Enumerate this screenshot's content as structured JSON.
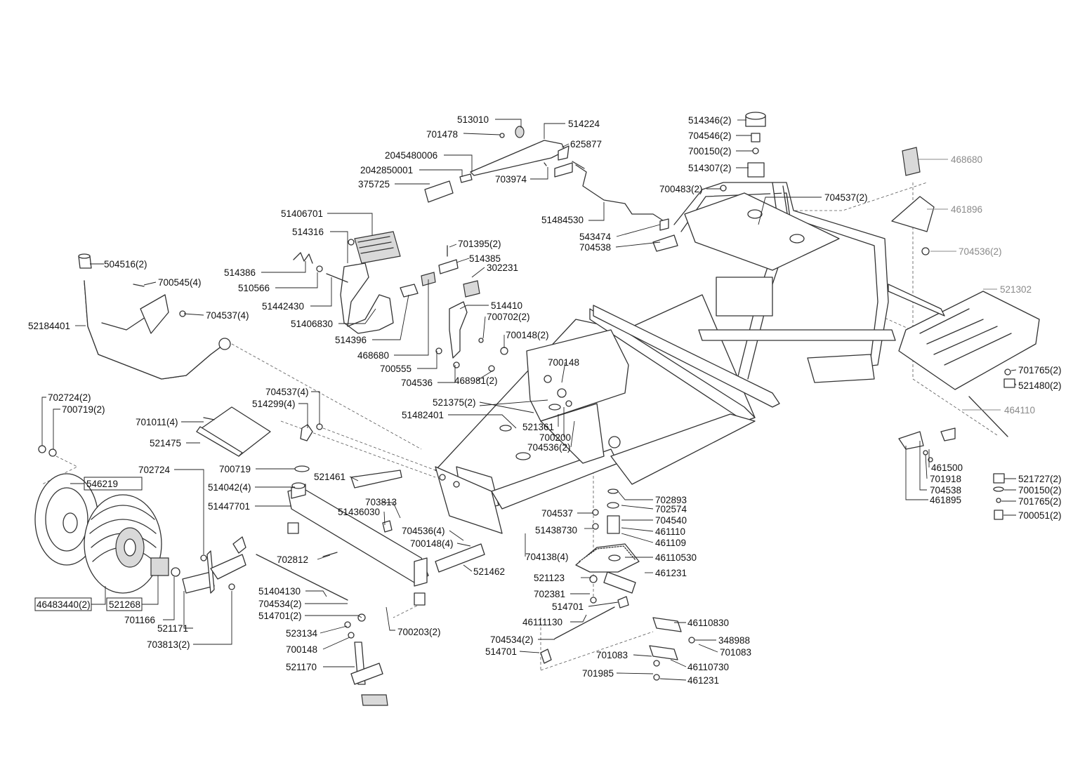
{
  "part_labels": {
    "p513010": "513010",
    "p701478": "701478",
    "p514224": "514224",
    "p625877": "625877",
    "p2045480006": "2045480006",
    "p2042850001": "2042850001",
    "p375725": "375725",
    "p703974": "703974",
    "p51484530": "51484530",
    "p543474": "543474",
    "p704538a": "704538",
    "p514346": "514346(2)",
    "p704546": "704546(2)",
    "p700150a": "700150(2)",
    "p514307": "514307(2)",
    "p700483": "700483(2)",
    "p704537c": "704537(2)",
    "p468680b": "468680",
    "p461896": "461896",
    "p704536c": "704536(2)",
    "p521302": "521302",
    "p701765a": "701765(2)",
    "p521480": "521480(2)",
    "p464110": "464110",
    "p461500": "461500",
    "p701918": "701918",
    "p704538b": "704538",
    "p461895": "461895",
    "p521727": "521727(2)",
    "p700150b": "700150(2)",
    "p701765b": "701765(2)",
    "p700051": "700051(2)",
    "p51406701": "51406701",
    "p514316": "514316",
    "p514386": "514386",
    "p510566": "510566",
    "p51442430": "51442430",
    "p51406830": "51406830",
    "p514396": "514396",
    "p468680a": "468680",
    "p700555": "700555",
    "p704536a": "704536",
    "p701395": "701395(2)",
    "p514385": "514385",
    "p302231": "302231",
    "p514410": "514410",
    "p700702": "700702(2)",
    "p700148b": "700148(2)",
    "p468981": "468981(2)",
    "p700148a": "700148",
    "p504516": "504516(2)",
    "p700545": "700545(4)",
    "p704537a": "704537(4)",
    "p52184401": "52184401",
    "p521375": "521375(2)",
    "p51482401": "51482401",
    "p521361": "521361",
    "p700200": "700200",
    "p704536b": "704536(2)",
    "p702724a": "702724(2)",
    "p700719a": "700719(2)",
    "p704537b": "704537(4)",
    "p514299": "514299(4)",
    "p701011": "701011(4)",
    "p521475": "521475",
    "p702724b": "702724",
    "p700719b": "700719",
    "p514042": "514042(4)",
    "p51447701": "51447701",
    "p521461": "521461",
    "p703813a": "703813",
    "p51436030": "51436030",
    "p546219": "546219",
    "p704536d": "704536(4)",
    "p700148c": "700148(4)",
    "p521462": "521462",
    "p702812": "702812",
    "p704537d": "704537",
    "p51438730": "51438730",
    "p704138": "704138(4)",
    "p702893": "702893",
    "p702574": "702574",
    "p704540": "704540",
    "p461110": "461110",
    "p461109": "461109",
    "p46110530": "46110530",
    "p461231a": "461231",
    "p521123": "521123",
    "p702381": "702381",
    "p514701a": "514701",
    "p46483440": "46483440(2)",
    "p521268": "521268",
    "p701166": "701166",
    "p521171": "521171",
    "p703813b": "703813(2)",
    "p51404130": "51404130",
    "p704534a": "704534(2)",
    "p514701b": "514701(2)",
    "p523134": "523134",
    "p700148d": "700148",
    "p521170": "521170",
    "p700203": "700203(2)",
    "p46111130": "46111130",
    "p704534b": "704534(2)",
    "p514701c": "514701",
    "p46110830": "46110830",
    "p348988": "348988",
    "p701083a": "701083",
    "p701083b": "701083",
    "p46110730": "46110730",
    "p701985": "701985",
    "p461231b": "461231"
  }
}
